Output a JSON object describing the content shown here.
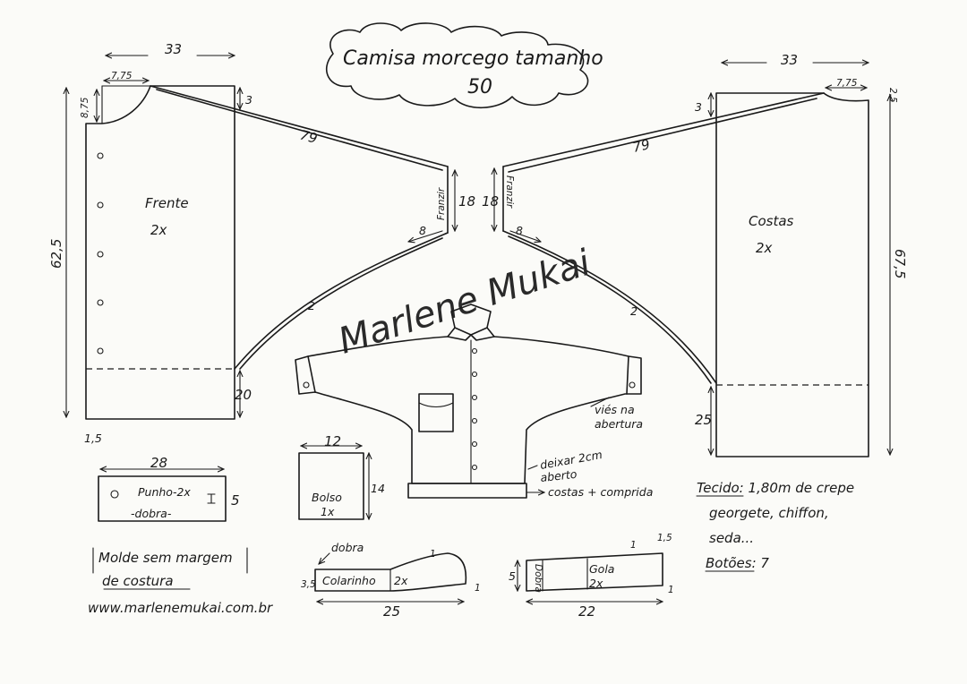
{
  "title": {
    "line1": "Camisa morcego tamanho",
    "line2": "50"
  },
  "front": {
    "label": "Frente",
    "qty": "2x",
    "dims": {
      "width_top": "33",
      "neck_width": "7,75",
      "neck_drop": "8,75",
      "shoulder_drop": "3",
      "sleeve_line": "79",
      "cuff_height": "18",
      "cuff_note": "Franzir",
      "cuff_offset": "8",
      "curve_mark": "2",
      "hem_height": "20",
      "hem_bottom": "1,5",
      "length": "62,5"
    }
  },
  "back": {
    "label": "Costas",
    "qty": "2x",
    "dims": {
      "width_top": "33",
      "neck_width": "7,75",
      "neck_drop": "2,5",
      "shoulder_drop": "3",
      "sleeve_line": "79",
      "cuff_height": "18",
      "cuff_note": "Franzir",
      "cuff_offset": "8",
      "curve_mark": "2",
      "hem_height": "25",
      "length": "67,5"
    }
  },
  "signature": "Marlene Mukai",
  "cuff": {
    "label": "Punho-2x",
    "fold": "-dobra-",
    "width": "28",
    "height": "5"
  },
  "pocket": {
    "label": "Bolso",
    "qty": "1x",
    "width": "12",
    "height": "14"
  },
  "collar": {
    "label": "Colarinho",
    "qty": "2x",
    "fold": "dobra",
    "width": "25",
    "height": "3,5",
    "end_a": "1",
    "end_b": "1"
  },
  "band": {
    "label": "Gola",
    "qty": "2x",
    "fold": "Dobra",
    "width": "22",
    "height": "5",
    "end_top": "1,5",
    "end_mid": "1",
    "end_bottom": "1"
  },
  "notes": {
    "bias": [
      "viés na",
      "abertura"
    ],
    "opening": [
      "deixar 2cm",
      "aberto"
    ],
    "longer_back": "costas + comprida",
    "no_seam": [
      "Molde sem margem",
      "de costura"
    ],
    "website": "www.marlenemukai.com.br"
  },
  "fabric": {
    "line1": "Tecido: 1,80m de crepe",
    "line2": "georgete, chiffon,",
    "line3": "seda...",
    "buttons": "Botões: 7"
  }
}
